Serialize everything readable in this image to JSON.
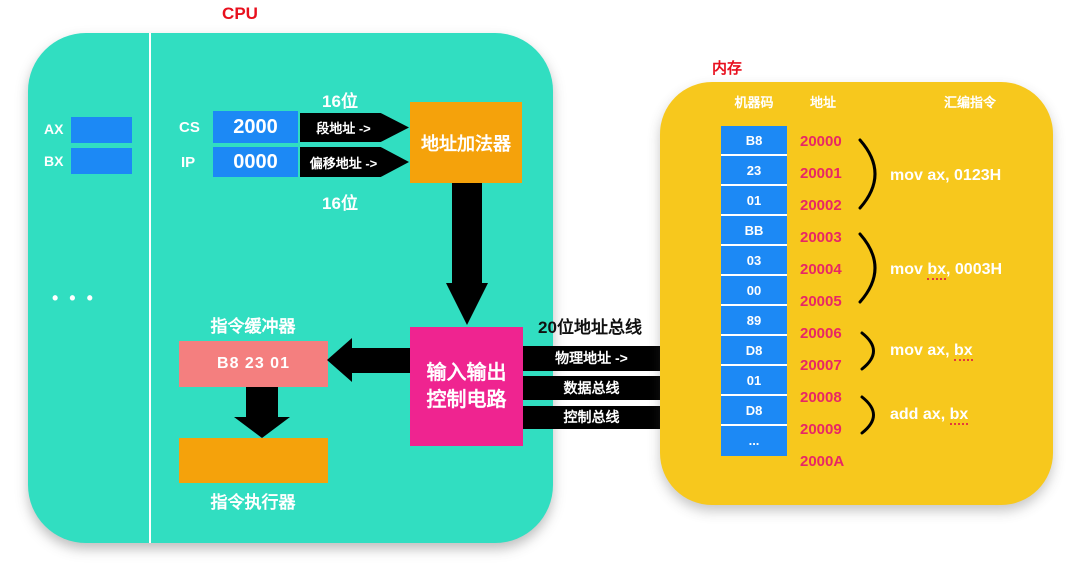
{
  "cpu": {
    "title": "CPU",
    "general_registers": [
      {
        "name": "AX"
      },
      {
        "name": "BX"
      }
    ],
    "ellipsis": "•••",
    "bit_width_top": "16位",
    "bit_width_bottom": "16位",
    "segment_registers": [
      {
        "name": "CS",
        "value": "2000",
        "arrow_label": "段地址 ->"
      },
      {
        "name": "IP",
        "value": "0000",
        "arrow_label": "偏移地址 ->"
      }
    ],
    "address_adder_label": "地址加法器",
    "instruction_buffer": {
      "title": "指令缓冲器",
      "value": "B8 23 01"
    },
    "instruction_executor": {
      "title": "指令执行器"
    },
    "io_control": {
      "line1": "输入输出",
      "line2": "控制电路"
    }
  },
  "bus": {
    "address_bus_width": "20位地址总线",
    "physical_address": "物理地址  ->",
    "data_bus": "数据总线",
    "control_bus": "控制总线"
  },
  "memory": {
    "title": "内存",
    "headers": {
      "machine_code": "机器码",
      "address": "地址",
      "assembly": "汇编指令"
    },
    "rows": [
      {
        "code": "B8",
        "addr": "20000"
      },
      {
        "code": "23",
        "addr": "20001"
      },
      {
        "code": "01",
        "addr": "20002"
      },
      {
        "code": "BB",
        "addr": "20003"
      },
      {
        "code": "03",
        "addr": "20004"
      },
      {
        "code": "00",
        "addr": "20005"
      },
      {
        "code": "89",
        "addr": "20006"
      },
      {
        "code": "D8",
        "addr": "20007"
      },
      {
        "code": "01",
        "addr": "20008"
      },
      {
        "code": "D8",
        "addr": "20009"
      },
      {
        "code": "...",
        "addr": "2000A"
      }
    ],
    "instructions": [
      {
        "pre": "mov ax, 0123H",
        "word": "",
        "post": ""
      },
      {
        "pre": "mov ",
        "word": "bx",
        "post": ", 0003H"
      },
      {
        "pre": "mov ax, ",
        "word": "bx",
        "post": ""
      },
      {
        "pre": "add ax, ",
        "word": "bx",
        "post": ""
      }
    ]
  },
  "colors": {
    "cpu_background": "#31DEC1",
    "memory_background": "#F7C81D",
    "register_blue": "#1C89F5",
    "adder_orange": "#F5A20B",
    "io_magenta": "#EF2490",
    "buffer_salmon": "#F47F7F",
    "address_text_pink": "#E82765",
    "title_red": "#E8101E"
  }
}
